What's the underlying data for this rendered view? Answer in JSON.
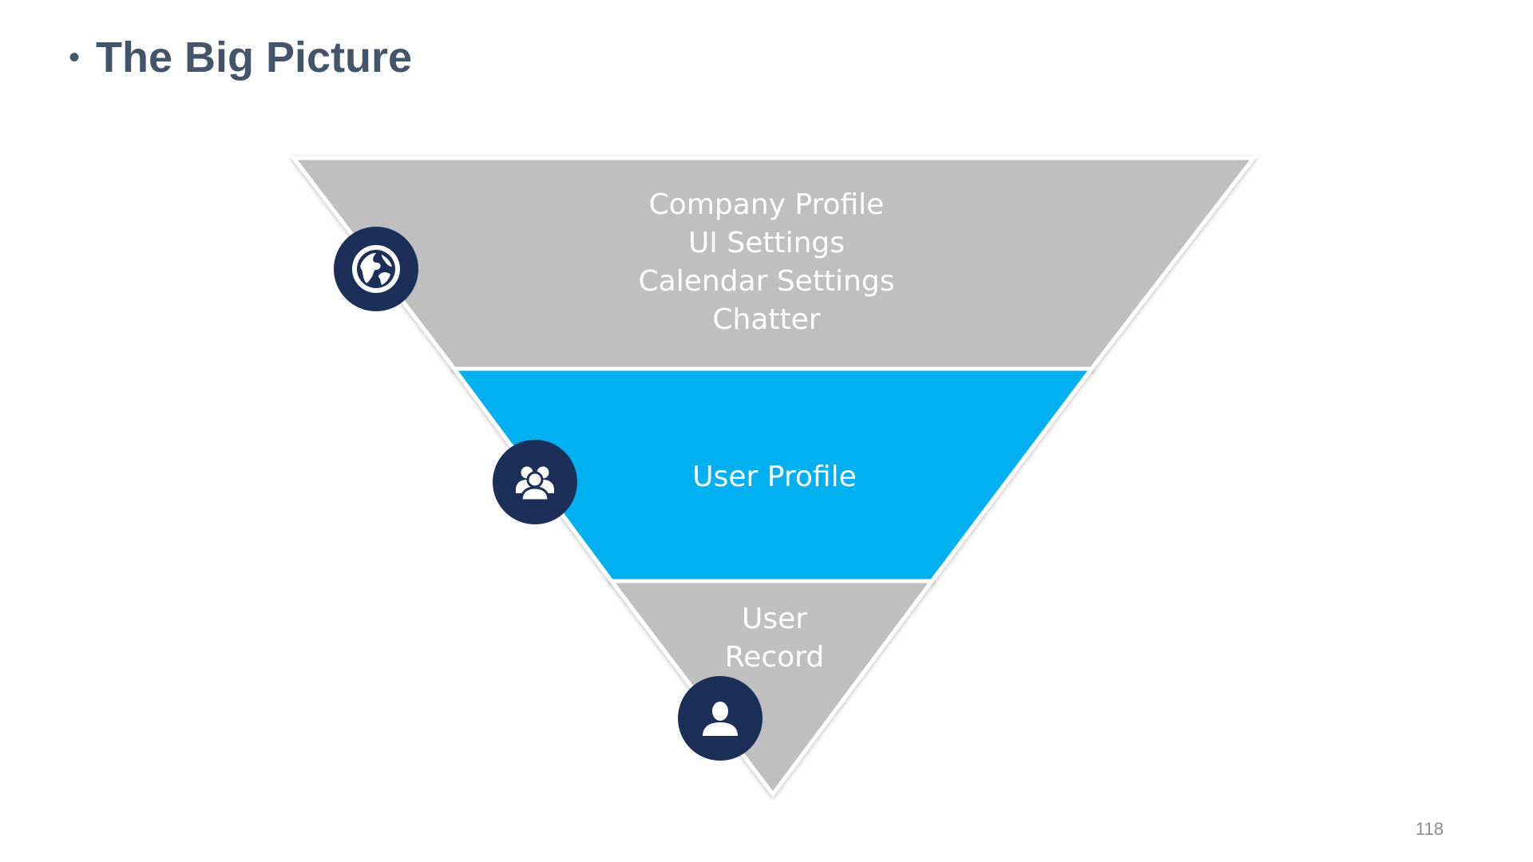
{
  "slide": {
    "bullet": "•",
    "title": "The Big Picture",
    "page_number": "118"
  },
  "funnel": {
    "tiers": [
      {
        "lines": [
          "Company Profile",
          "UI Settings",
          "Calendar Settings",
          "Chatter"
        ],
        "color": "#bfbfbf",
        "icon": "globe-icon"
      },
      {
        "lines": [
          "User Profile"
        ],
        "color": "#00b0f0",
        "icon": "users-group-icon"
      },
      {
        "lines": [
          "User",
          "Record"
        ],
        "color": "#bfbfbf",
        "icon": "user-icon"
      }
    ],
    "icon_circle_color": "#1b2f58",
    "edge_color": "#ffffff"
  }
}
